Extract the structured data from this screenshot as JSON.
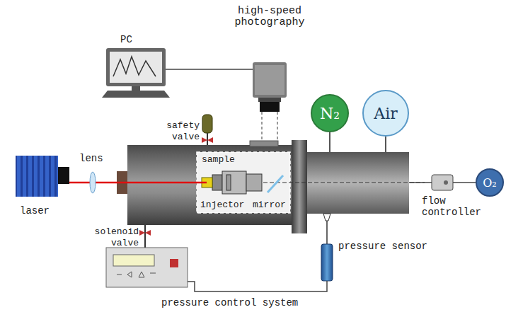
{
  "diagram": {
    "nodes": [
      {
        "text": [
          "N₂"
        ]
      },
      {
        "text": [
          "Air"
        ]
      },
      {
        "text": [
          "O₂"
        ]
      }
    ],
    "labels": [
      "PC",
      "high-speed photography",
      "safety valve",
      "lens",
      "laser",
      "sample",
      "injector",
      "mirror",
      "solenoid valve",
      "pressure control system",
      "pressure sensor",
      "flow controller"
    ]
  }
}
